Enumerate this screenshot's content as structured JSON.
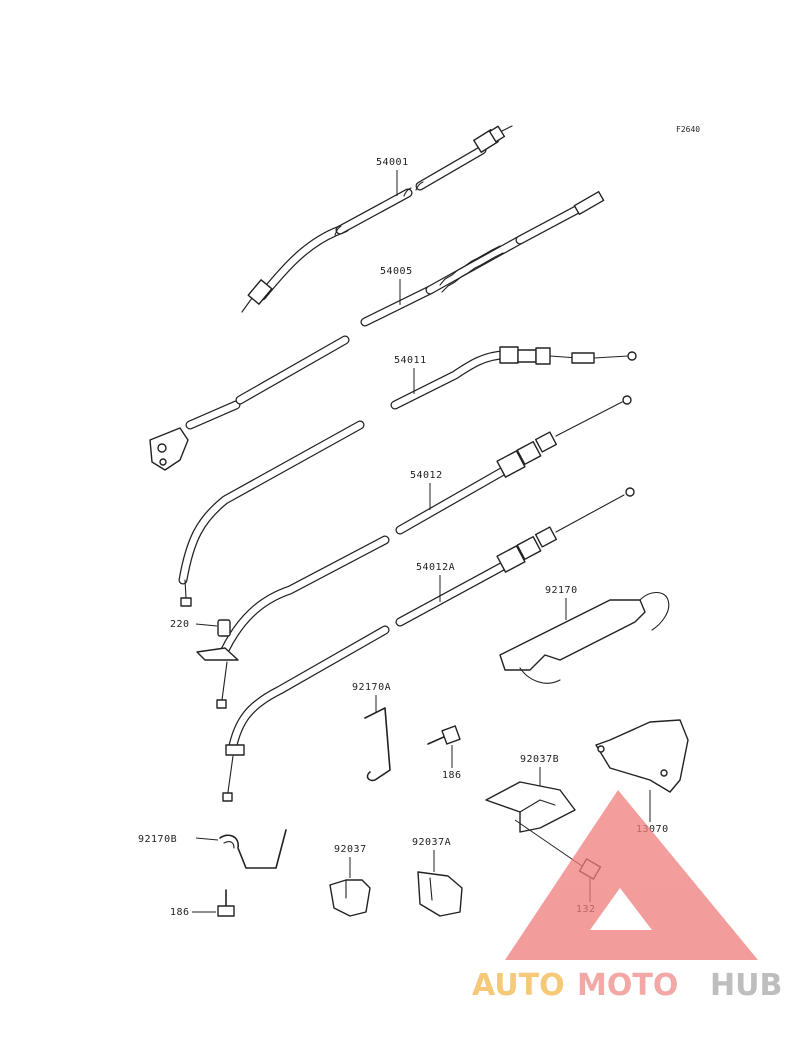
{
  "figure_code": "F2640",
  "parts": {
    "p54001": "54001",
    "p54005": "54005",
    "p54011": "54011",
    "p54012": "54012",
    "p54012A": "54012A",
    "p92170": "92170",
    "p92170A": "92170A",
    "p92170B": "92170B",
    "p220": "220",
    "p186a": "186",
    "p186b": "186",
    "p92037B": "92037B",
    "p13070": "13070",
    "p92037": "92037",
    "p92037A": "92037A",
    "p132": "132"
  },
  "watermark": {
    "brand_auto": "AUTO",
    "brand_moto": "MOTO",
    "brand_hub": "HUB",
    "colors": {
      "auto": "#f2b84b",
      "moto": "#ee8b86",
      "hub": "#a9a9a9",
      "triangle": "#f07c7c"
    }
  }
}
